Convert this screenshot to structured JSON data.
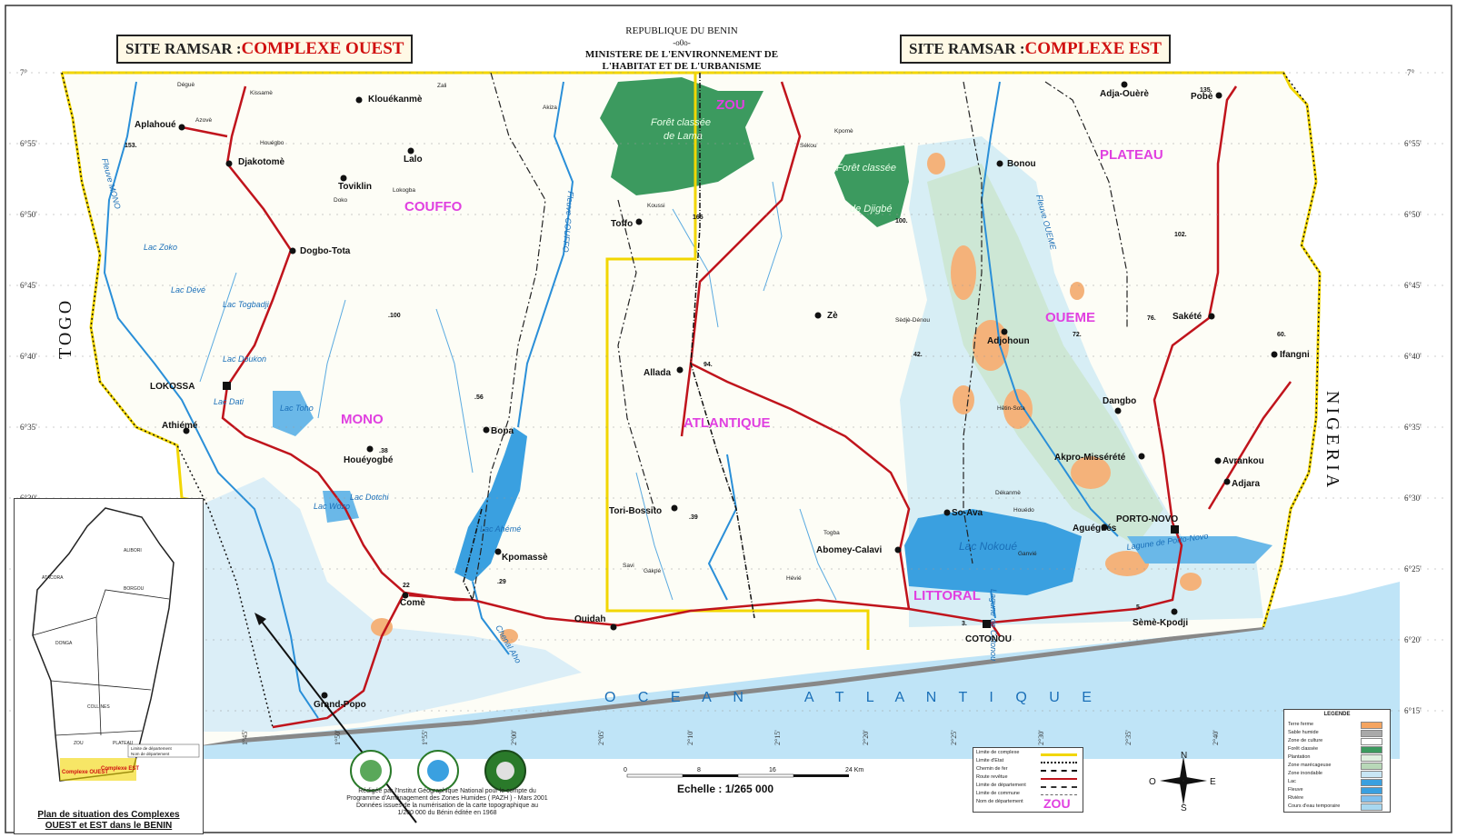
{
  "header": {
    "line1": "REPUBLIQUE DU BENIN",
    "line2": "-o0o-",
    "line3": "MINISTERE DE L'ENVIRONNEMENT DE",
    "line4": "L'HABITAT ET DE L'URBANISME"
  },
  "site_ouest": {
    "prefix": "SITE RAMSAR :",
    "name": "COMPLEXE OUEST"
  },
  "site_est": {
    "prefix": "SITE RAMSAR :",
    "name": "COMPLEXE EST"
  },
  "countries": {
    "west": "TOGO",
    "east": "NIGERIA"
  },
  "ocean": "O C E A N    A T L A N T I Q U E",
  "departments": [
    "COUFFO",
    "MONO",
    "ZOU",
    "ATLANTIQUE",
    "OUEME",
    "PLATEAU",
    "LITTORAL"
  ],
  "forests": [
    "Forêt classée",
    "de Lama",
    "Forêt classée",
    "de Djigbé"
  ],
  "lakes": [
    "Lac Ahémé",
    "Lac Nokoué",
    "Lac Toho",
    "Lac Doukon",
    "Lac Togbadji",
    "Lac Dévé",
    "Lac Zoko",
    "Lac Dati",
    "Lac Wozo",
    "Lac Dotchi"
  ],
  "rivers": [
    "Fleuve MONO",
    "Fleuve COUFFO",
    "Fleuve OUEME",
    "Lagune de Porto-Novo",
    "Lagune de Cotonou",
    "Chenal Aho"
  ],
  "major_towns": [
    {
      "name": "Aplahoué"
    },
    {
      "name": "Djakotomè"
    },
    {
      "name": "Klouékanmè"
    },
    {
      "name": "Lalo"
    },
    {
      "name": "Toviklin"
    },
    {
      "name": "Dogbo-Tota"
    },
    {
      "name": "LOKOSSA"
    },
    {
      "name": "Athiémé"
    },
    {
      "name": "Houéyogbé"
    },
    {
      "name": "Bopa"
    },
    {
      "name": "Kpomassè"
    },
    {
      "name": "Comè"
    },
    {
      "name": "Grand-Popo"
    },
    {
      "name": "Ouidah"
    },
    {
      "name": "Tori-Bossito"
    },
    {
      "name": "Allada"
    },
    {
      "name": "Toffo"
    },
    {
      "name": "Zè"
    },
    {
      "name": "Abomey-Calavi"
    },
    {
      "name": "COTONOU"
    },
    {
      "name": "So-Ava"
    },
    {
      "name": "Adjohoun"
    },
    {
      "name": "Bonou"
    },
    {
      "name": "Dangbo"
    },
    {
      "name": "Akpro-Missérété"
    },
    {
      "name": "Aguégués"
    },
    {
      "name": "PORTO-NOVO"
    },
    {
      "name": "Avrankou"
    },
    {
      "name": "Adjara"
    },
    {
      "name": "Sèmè-Kpodji"
    },
    {
      "name": "Adja-Ouèrè"
    },
    {
      "name": "Pobè"
    },
    {
      "name": "Sakété"
    },
    {
      "name": "Ifangni"
    }
  ],
  "small_labels": [
    "Kissamè",
    "Azovè",
    "Déguè",
    "Houégbo",
    "Lokogba",
    "Doko",
    "Zali",
    "Akiza",
    "Koussi",
    "Kpomè",
    "Hêtin-Sota",
    "Ganvié",
    "Sèdjè-Dénou",
    "Houédo",
    "Dékanmè",
    "Savi",
    "Gakpé",
    "Hévié",
    "Togba",
    "Sékou"
  ],
  "latitudes": [
    "7°",
    "6°55'",
    "6°50'",
    "6°45'",
    "6°40'",
    "6°35'",
    "6°30'",
    "6°25'",
    "6°20'",
    "6°15'"
  ],
  "longitudes": [
    "1°45'",
    "1°50'",
    "1°55'",
    "2°00'",
    "2°05'",
    "2°10'",
    "2°15'",
    "2°20'",
    "2°25'",
    "2°30'",
    "2°35'",
    "2°40'"
  ],
  "scale": {
    "ticks": [
      "0",
      "8",
      "16",
      "24 Km"
    ],
    "label": "Echelle : 1/265 000"
  },
  "compass": {
    "n": "N",
    "s": "S",
    "e": "E",
    "w": "O"
  },
  "inset": {
    "caption1": "Plan de situation des Complexes",
    "caption2": "OUEST et EST dans le BENIN",
    "regions": [
      "ALIBORI",
      "ATACORA",
      "BORGOU",
      "DONGA",
      "COLLINES",
      "ZOU",
      "PLATEAU"
    ],
    "complexe_ouest": "Complexe OUEST",
    "complexe_est": "Complexe EST",
    "key1": "Limite de département",
    "key2": "Nom de département"
  },
  "footer_text": [
    "Rédigée par l'Institut Géographique National pour le compte du",
    "Programme d'Aménagement des Zones Humides ( PAZH ) - Mars 2001",
    "Données issues de la numérisation de la carte topographique au",
    "1/200 000 du Bénin éditée en 1968"
  ],
  "legend": {
    "title": "LEGENDE",
    "items": [
      {
        "label": "Terre ferme",
        "color": "#f4a460"
      },
      {
        "label": "Sable humide",
        "color": "#a9a9a9"
      },
      {
        "label": "Zone de culture",
        "color": "#ffffff"
      },
      {
        "label": "Forêt classée",
        "color": "#3c9a5f"
      },
      {
        "label": "Plantation",
        "color": "#e0f0e0"
      },
      {
        "label": "Zone marécageuse",
        "color": "#b8d8b8"
      },
      {
        "label": "Zone inondable",
        "color": "#c8e6f5"
      },
      {
        "label": "Lac",
        "color": "#3aa0e0"
      },
      {
        "label": "Fleuve",
        "color": "#3aa0e0"
      },
      {
        "label": "Rivière",
        "color": "#7fc0ee"
      },
      {
        "label": "Cours d'eau temporaire",
        "color": "#a8d8f0"
      }
    ]
  },
  "legend_lines": [
    {
      "label": "Limite de complexe"
    },
    {
      "label": "Limite d'Etat"
    },
    {
      "label": "Chemin de fer"
    },
    {
      "label": "Route revêtue"
    },
    {
      "label": "Limite de département"
    },
    {
      "label": "Limite de commune"
    },
    {
      "label": "Nom de département"
    }
  ],
  "legend_zou": "ZOU",
  "numbers": [
    "153.",
    "165",
    "100.",
    "135.",
    "102.",
    "76.",
    "72.",
    "60.",
    ".100",
    ".56",
    ".38",
    "94.",
    ".29",
    ".39",
    "42.",
    "22",
    "3.",
    "5."
  ]
}
